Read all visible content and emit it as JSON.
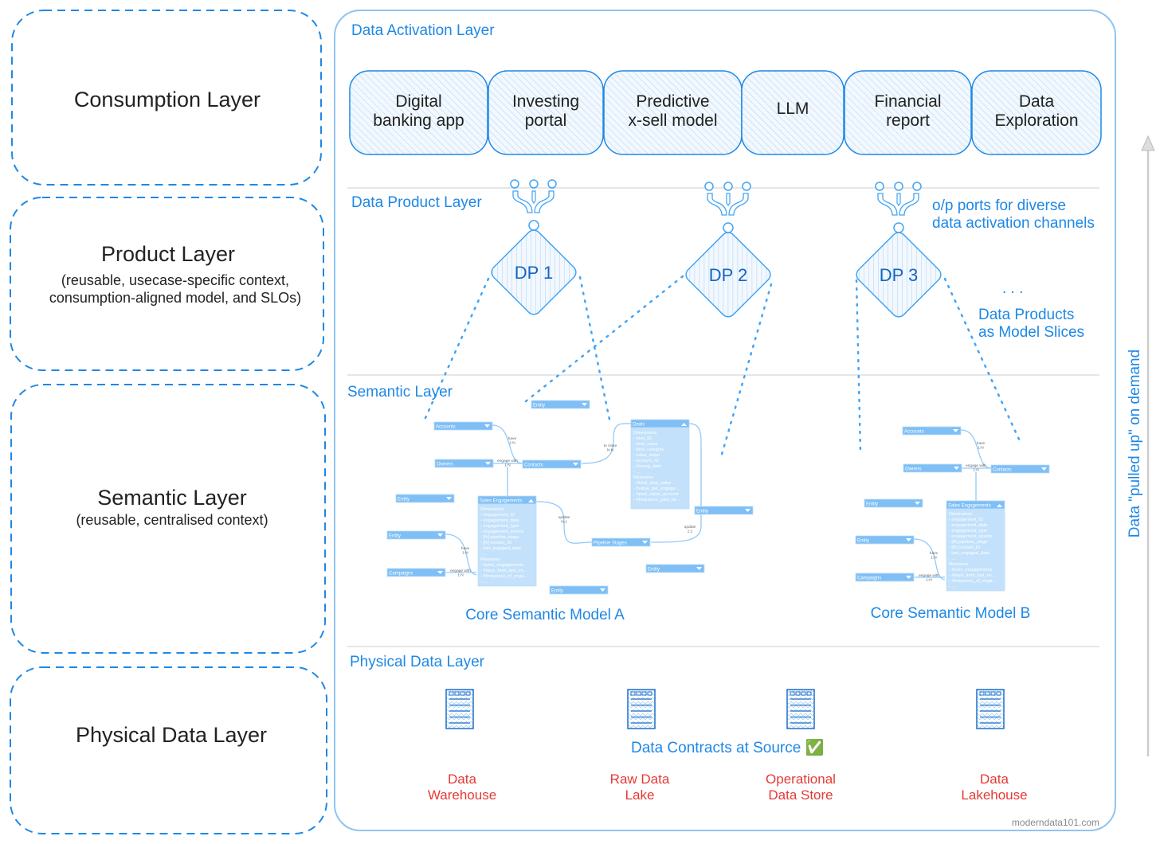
{
  "left_layers": [
    {
      "title": "Consumption Layer"
    },
    {
      "title": "Product Layer",
      "subtitle_1": "(reusable, usecase-specific context,",
      "subtitle_2": "consumption-aligned model, and SLOs)"
    },
    {
      "title": "Semantic Layer",
      "subtitle_1": "(reusable, centralised context)"
    },
    {
      "title": "Physical Data Layer"
    }
  ],
  "activation": {
    "label": "Data Activation Layer",
    "items": [
      {
        "line1": "Digital",
        "line2": "banking app"
      },
      {
        "line1": "Investing",
        "line2": "portal"
      },
      {
        "line1": "Predictive",
        "line2": "x-sell model"
      },
      {
        "line1": "LLM",
        "line2": ""
      },
      {
        "line1": "Financial",
        "line2": "report"
      },
      {
        "line1": "Data",
        "line2": "Exploration"
      }
    ]
  },
  "product": {
    "label": "Data Product Layer",
    "products": [
      "DP 1",
      "DP 2",
      "DP 3"
    ],
    "ports_note_1": "o/p ports for diverse",
    "ports_note_2": "data activation channels",
    "ellipsis": ". . .",
    "slices_note_1": "Data Products",
    "slices_note_2": "as Model Slices"
  },
  "semantic": {
    "label": "Semantic Layer",
    "model_a": {
      "title": "Core Semantic Model A",
      "entities": [
        "Entity",
        "Accounts",
        "Owners",
        "Contacts",
        "Entity",
        "Entity",
        "Campaigns",
        "Entity",
        "Pipeline Stages",
        "Entity",
        "Entity"
      ],
      "sales_engagements": {
        "name": "Sales Engagements",
        "fields": [
          "Dimensions",
          "- engagement_ID",
          "- engagement_date",
          "- engagement_type",
          "- engagement_source",
          "- [fk] pipeline_stage",
          "- [fk] contact_ID",
          "- last_engaged_date",
          "- ...",
          "Measures",
          "- #prev_engagements",
          "- #days_from_last_en...",
          "- #frequency_of_enga...",
          "- ..."
        ]
      },
      "deals": {
        "name": "Deals",
        "fields": [
          "Dimensions",
          "- deal_ID",
          "- deal_value",
          "- deal_category",
          "- sales_stage",
          "- account_ID",
          "- closing_date",
          "- ...",
          "Measures",
          "- #total_deal_value",
          "- #value_per_engage...",
          "- #past_value_account",
          "- #frequency_past_de..."
        ]
      },
      "relations": [
        {
          "verb": "have",
          "card": "1:N"
        },
        {
          "verb": "engage with",
          "card": "1:N"
        },
        {
          "verb": "to close",
          "card": "N:N"
        },
        {
          "verb": "update",
          "card": "N:1"
        },
        {
          "verb": "update",
          "card": "1:1"
        },
        {
          "verb": "have",
          "card": "1:N"
        },
        {
          "verb": "engage with",
          "card": "1:N"
        }
      ]
    },
    "model_b": {
      "title": "Core Semantic Model B",
      "entities": [
        "Accounts",
        "Owners",
        "Contacts",
        "Entity",
        "Entity",
        "Campaigns"
      ],
      "sales_engagements": {
        "name": "Sales Engagements",
        "fields": [
          "Dimensions",
          "- engagement_ID",
          "- engagement_date",
          "- engagement_type",
          "- engagement_source",
          "- [fk] pipeline_stage",
          "- [fk] contact_ID",
          "- last_engaged_date",
          "- ...",
          "Measures",
          "- #prev_engagements",
          "- #days_from_last_en...",
          "- #frequency_of_enga...",
          "- ..."
        ]
      },
      "relations": [
        {
          "verb": "have",
          "card": "1:N"
        },
        {
          "verb": "engage with",
          "card": "1:N"
        },
        {
          "verb": "have",
          "card": "1:N"
        },
        {
          "verb": "engage with",
          "card": "1:N"
        }
      ]
    }
  },
  "physical": {
    "label": "Physical Data Layer",
    "contracts_note": "Data Contracts at Source ✅",
    "stores": [
      {
        "line1": "Data",
        "line2": "Warehouse"
      },
      {
        "line1": "Raw Data",
        "line2": "Lake"
      },
      {
        "line1": "Operational",
        "line2": "Data Store"
      },
      {
        "line1": "Data",
        "line2": "Lakehouse"
      }
    ]
  },
  "side_arrow_label": "Data \"pulled up\" on demand",
  "footer": "moderndata101.com",
  "colors": {
    "accent": "#1e88e5",
    "entity": "#7fbff5",
    "entity_body": "#c3e1fb",
    "store_label": "#e53935"
  }
}
